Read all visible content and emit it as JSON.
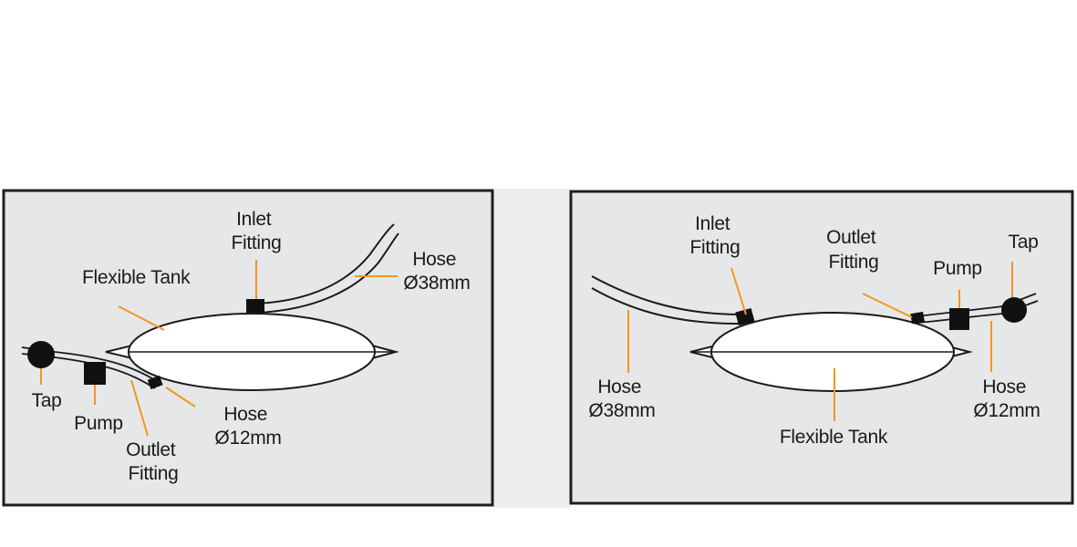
{
  "colors": {
    "panel_fill": "#e6e7e8",
    "panel_border": "#231f20",
    "leader": "#f7941d",
    "ink": "#1a1a1a"
  },
  "left_panel": {
    "inlet_fitting": [
      "Inlet",
      "Fitting"
    ],
    "flexible_tank": "Flexible Tank",
    "hose_38": [
      "Hose",
      "Ø38mm"
    ],
    "tap": "Tap",
    "pump": "Pump",
    "outlet_fitting": [
      "Outlet",
      "Fitting"
    ],
    "hose_12": [
      "Hose",
      "Ø12mm"
    ]
  },
  "right_panel": {
    "inlet_fitting": [
      "Inlet",
      "Fitting"
    ],
    "outlet_fitting": [
      "Outlet",
      "Fitting"
    ],
    "pump": "Pump",
    "tap": "Tap",
    "hose_38": [
      "Hose",
      "Ø38mm"
    ],
    "flexible_tank": "Flexible Tank",
    "hose_12": [
      "Hose",
      "Ø12mm"
    ]
  }
}
